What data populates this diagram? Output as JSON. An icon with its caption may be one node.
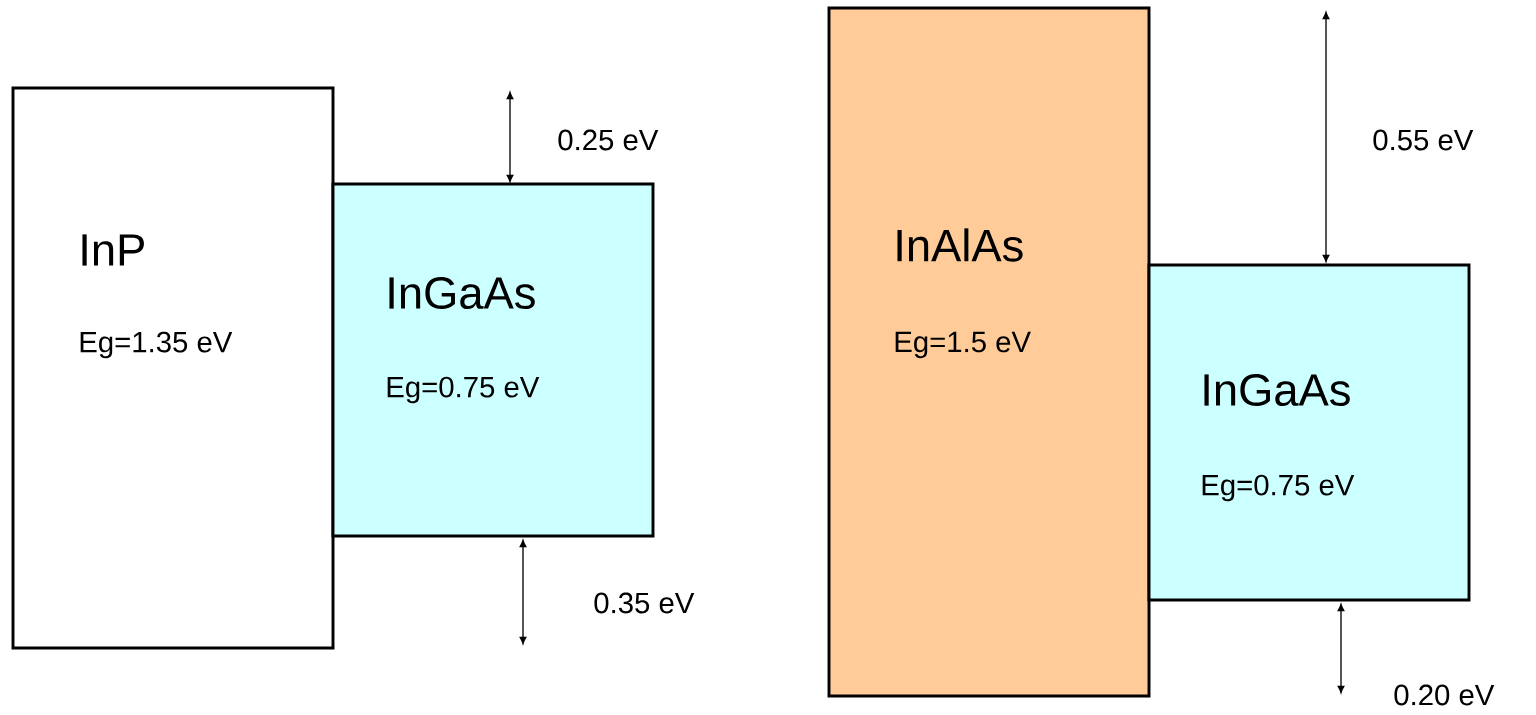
{
  "diagram": {
    "nodes": [
      {
        "text": [
          "InP",
          "Eg=1.35 eV"
        ]
      },
      {
        "text": [
          "InGaAs",
          "Eg=0.75 eV"
        ]
      },
      {
        "text": [
          "InAlAs",
          "Eg=1.5 eV"
        ]
      },
      {
        "text": [
          "InGaAs",
          "Eg=0.75 eV"
        ]
      }
    ],
    "labels": [
      "0.25 eV",
      "0.35 eV",
      "0.55 eV",
      "0.20 eV"
    ]
  }
}
